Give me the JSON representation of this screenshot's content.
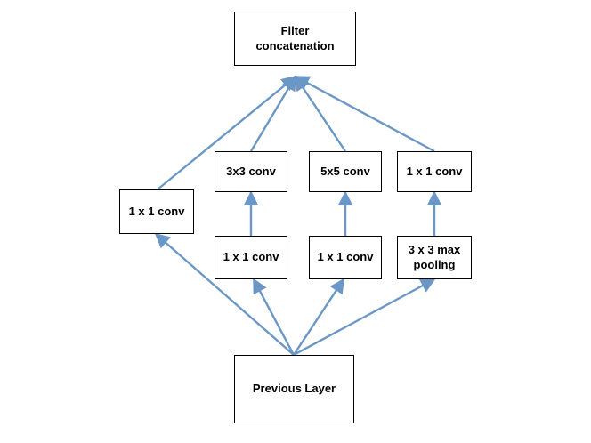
{
  "diagram": {
    "arrow_color": "#6b97c6",
    "nodes": {
      "filter_concat": {
        "label": "Filter\nconcatenation"
      },
      "conv1x1_left": {
        "label": "1 x 1 conv"
      },
      "conv3x3": {
        "label": "3x3  conv"
      },
      "conv5x5": {
        "label": "5x5  conv"
      },
      "conv1x1_right_top": {
        "label": "1 x 1 conv"
      },
      "conv1x1_reduce_3": {
        "label": "1 x 1 conv"
      },
      "conv1x1_reduce_5": {
        "label": "1 x 1 conv"
      },
      "maxpool": {
        "label": "3  x 3  max\npooling"
      },
      "previous_layer": {
        "label": "Previous Layer"
      }
    }
  }
}
